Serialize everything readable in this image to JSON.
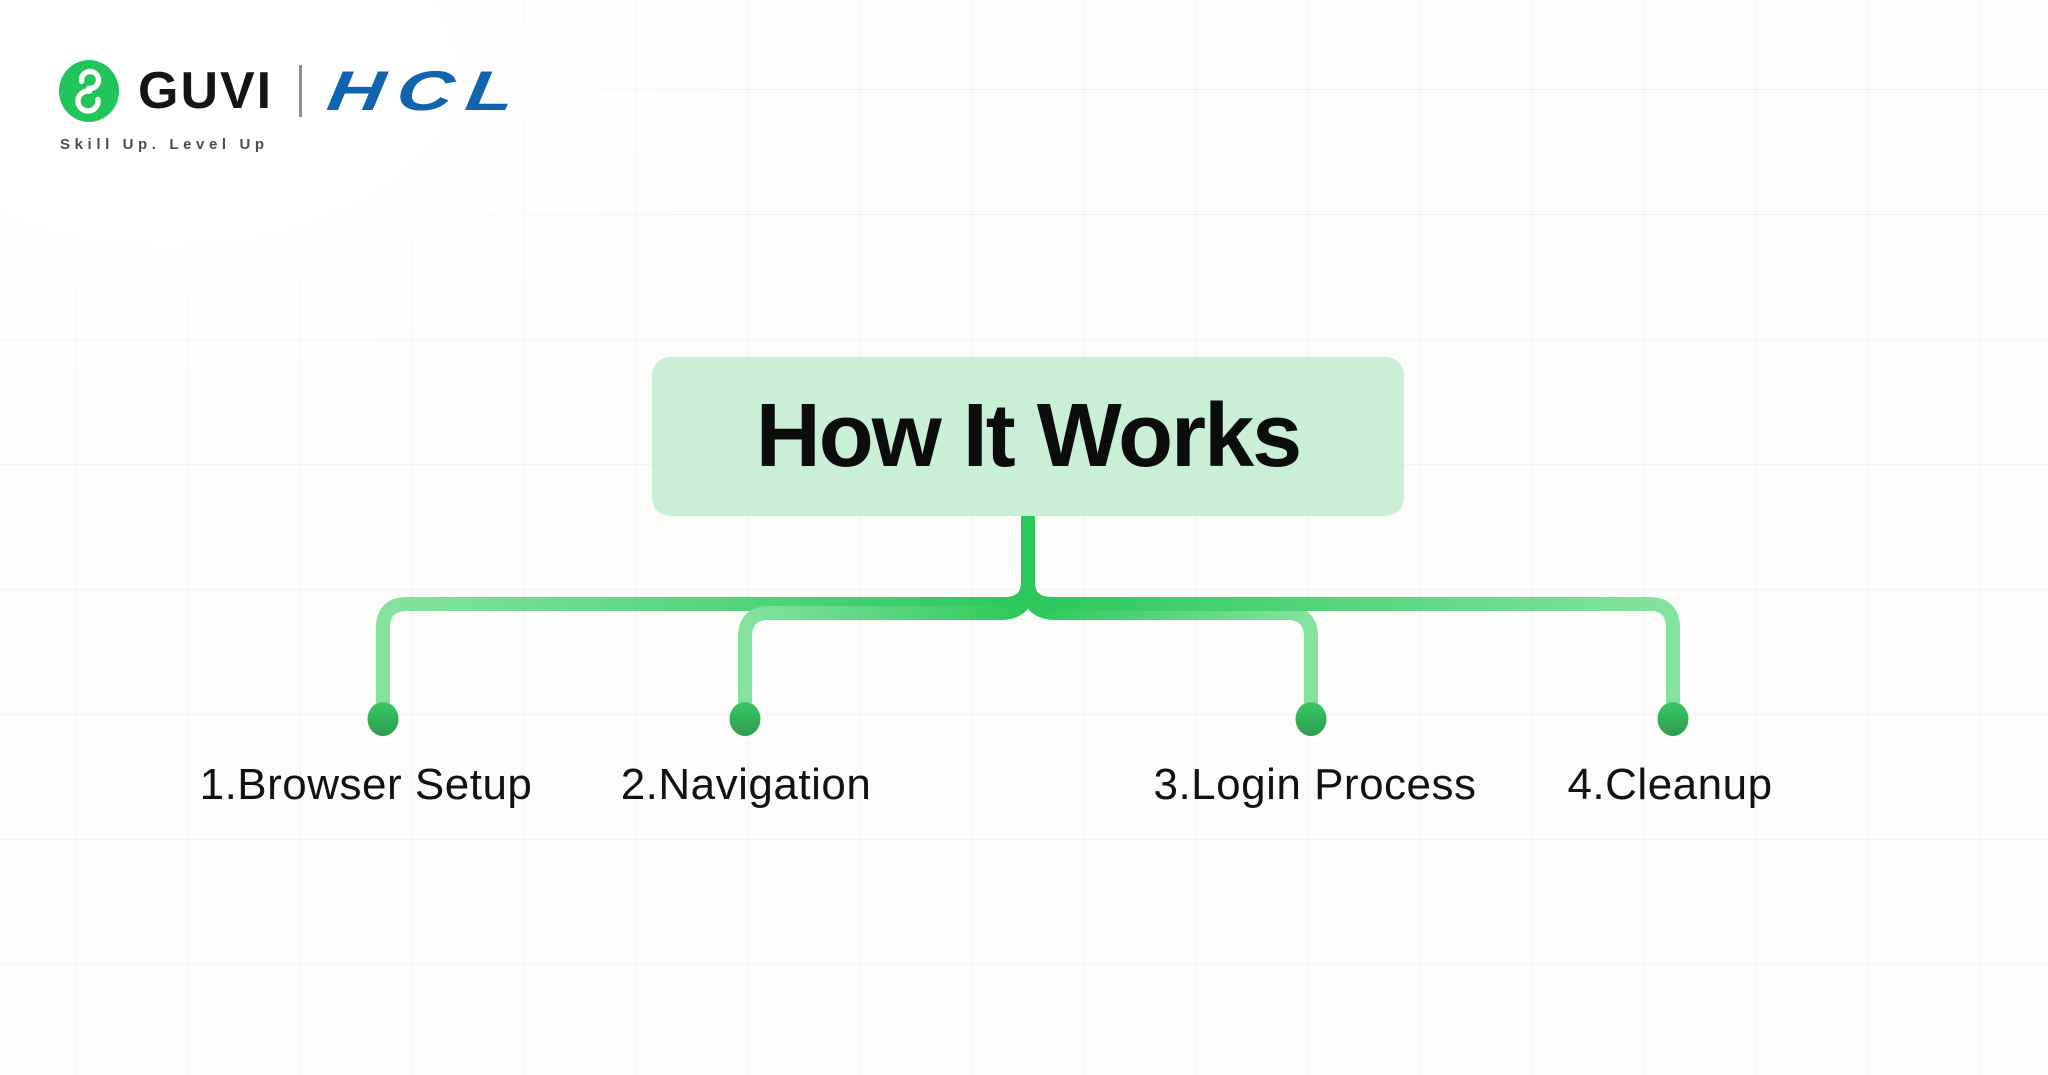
{
  "header": {
    "guvi_label": "GUVI",
    "hcl_label": "HCL",
    "tagline": "Skill Up. Level Up",
    "colors": {
      "guvi_green": "#23c45b",
      "hcl_blue": "#1164af"
    }
  },
  "diagram": {
    "title": "How It Works",
    "colors": {
      "title_bg": "#c9efd7",
      "line_center": "#2bc85b",
      "line_end": "#85e39f",
      "dot_top": "#37ca64",
      "dot_bottom": "#2f9b4f"
    },
    "nodes": [
      {
        "label": "1.Browser Setup"
      },
      {
        "label": "2.Navigation"
      },
      {
        "label": "3.Login Process"
      },
      {
        "label": "4.Cleanup"
      }
    ]
  }
}
